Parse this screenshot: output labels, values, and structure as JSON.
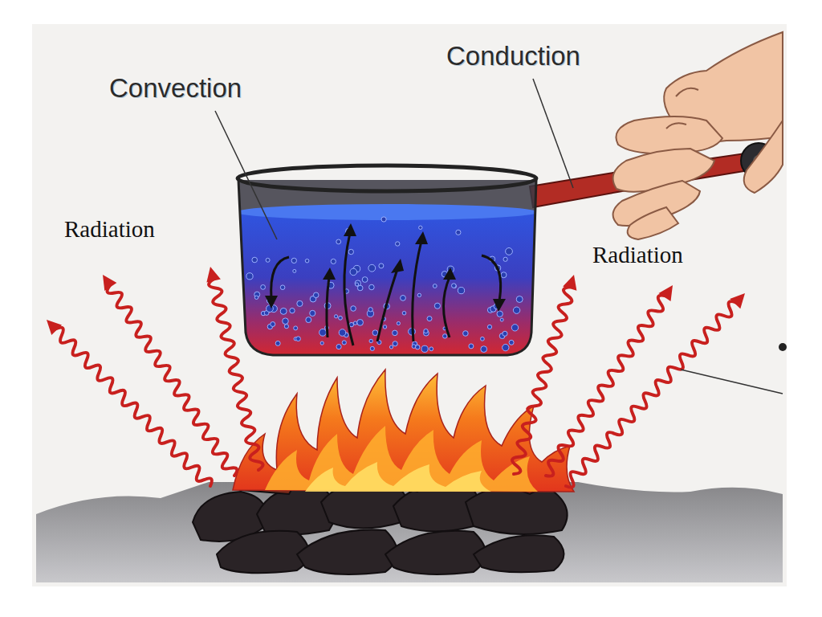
{
  "diagram": {
    "labels": [
      "Convection",
      "Conduction",
      "Radiation",
      "Radiation"
    ]
  }
}
